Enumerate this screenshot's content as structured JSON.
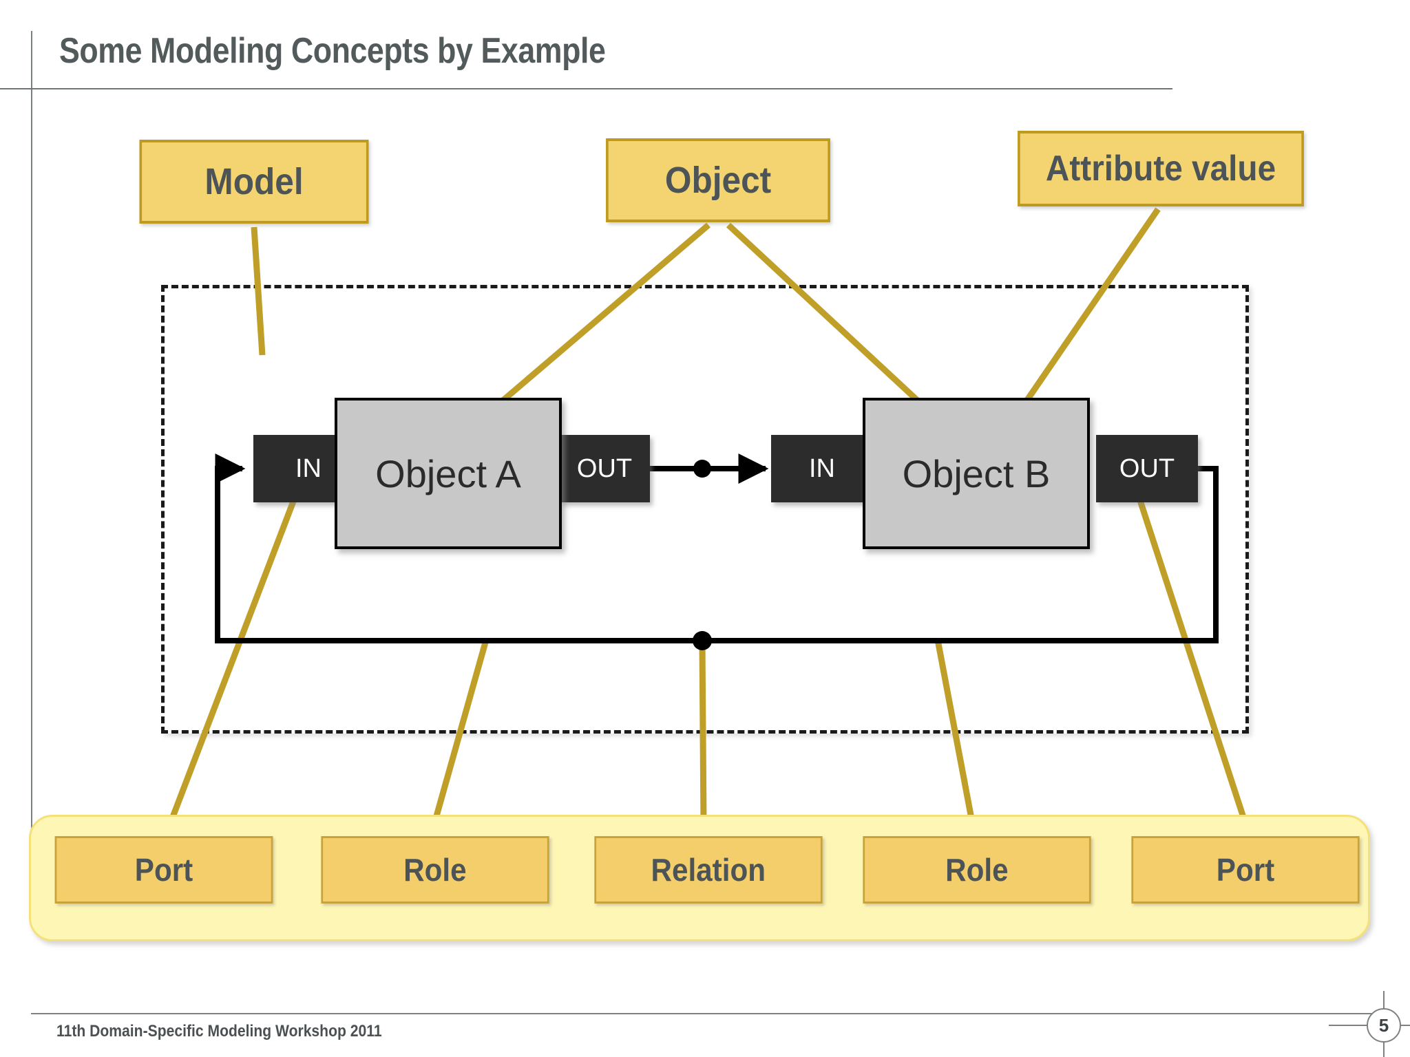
{
  "header": {
    "title": "Some Modeling Concepts by Example"
  },
  "footer": {
    "text": "11th Domain-Specific Modeling Workshop 2011",
    "page_number": "5"
  },
  "callouts": [
    {
      "id": "model",
      "label": "Model"
    },
    {
      "id": "object",
      "label": "Object"
    },
    {
      "id": "attribute",
      "label": "Attribute value"
    }
  ],
  "diagram": {
    "object_a": {
      "name": "Object A",
      "in_port": "IN",
      "out_port": "OUT"
    },
    "object_b": {
      "name": "Object B",
      "in_port": "IN",
      "out_port": "OUT"
    }
  },
  "legend": {
    "items": [
      {
        "label": "Port"
      },
      {
        "label": "Role"
      },
      {
        "label": "Relation"
      },
      {
        "label": "Role"
      },
      {
        "label": "Port"
      }
    ]
  },
  "colors": {
    "callout_fill": "#F4D471",
    "callout_border": "#BE9B20",
    "legend_panel_fill": "#FEF6B4",
    "legend_box_fill": "#F4CE6A",
    "legend_box_border": "#C8A23A",
    "leader_line": "#BF9F28",
    "port_fill": "#2C2C2C",
    "object_fill": "#C8C8C8",
    "text_dark": "#4C5457"
  }
}
